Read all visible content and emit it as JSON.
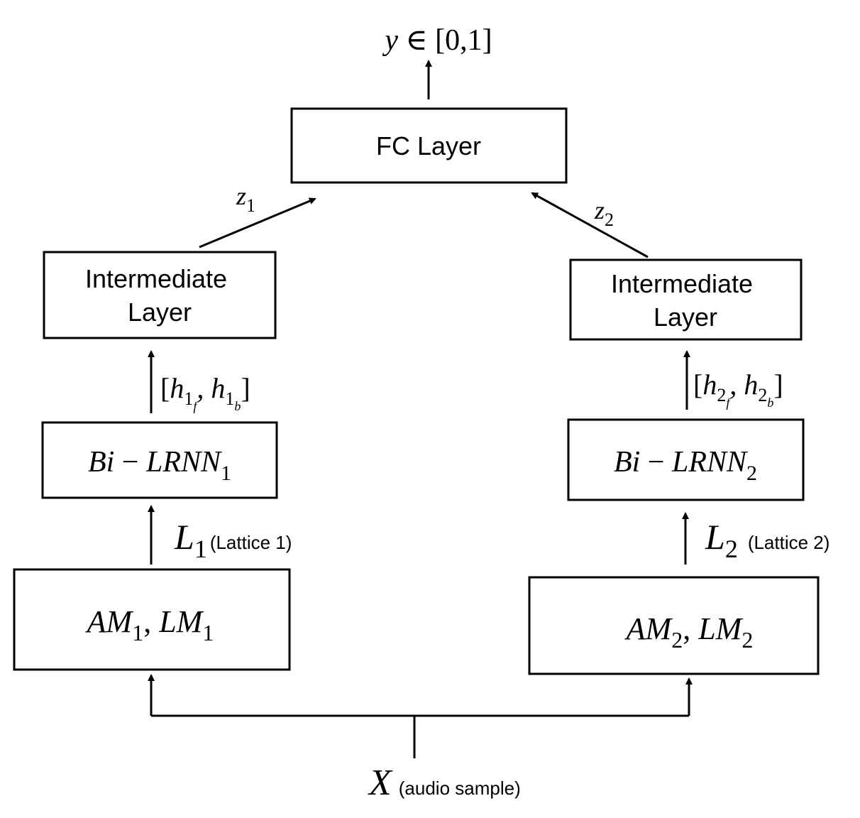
{
  "output": {
    "var": "y",
    "rel": " ∈ ",
    "range": "[0,1]"
  },
  "fc_layer": {
    "label": "FC Layer"
  },
  "branch1": {
    "intermediate": {
      "line1": "Intermediate",
      "line2": "Layer"
    },
    "z": {
      "base": "z",
      "sub": "1"
    },
    "hidden": {
      "open": "[",
      "h": "h",
      "sub": "1",
      "subsub_f": "f",
      "comma": ", ",
      "subsub_b": "b",
      "close": "]"
    },
    "lrnn": {
      "bi": "Bi",
      "minus": " − ",
      "name": "LRNN",
      "sub": "1"
    },
    "lattice": {
      "base": "L",
      "sub": "1",
      "note": "(Lattice 1)"
    },
    "am_lm": {
      "am": "AM",
      "am_sub": "1",
      "comma": ", ",
      "lm": "LM",
      "lm_sub": "1"
    }
  },
  "branch2": {
    "intermediate": {
      "line1": "Intermediate",
      "line2": "Layer"
    },
    "z": {
      "base": "z",
      "sub": "2"
    },
    "hidden": {
      "open": "[",
      "h": "h",
      "sub": "2",
      "subsub_f": "f",
      "comma": ", ",
      "subsub_b": "b",
      "close": "]"
    },
    "lrnn": {
      "bi": "Bi",
      "minus": " − ",
      "name": "LRNN",
      "sub": "2"
    },
    "lattice": {
      "base": "L",
      "sub": "2",
      "note": "(Lattice 2)"
    },
    "am_lm": {
      "am": "AM",
      "am_sub": "2",
      "comma": ", ",
      "lm": "LM",
      "lm_sub": "2"
    }
  },
  "input": {
    "var": "X",
    "note": "(audio sample)"
  }
}
